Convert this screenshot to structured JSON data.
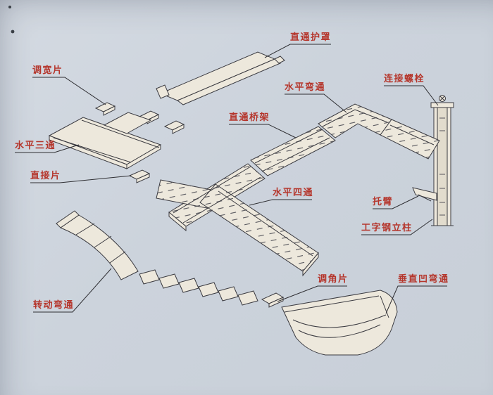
{
  "labels": [
    {
      "id": "straight-cover",
      "text": "直通护罩"
    },
    {
      "id": "width-adjust-piece",
      "text": "调宽片"
    },
    {
      "id": "horizontal-bend",
      "text": "水平弯通"
    },
    {
      "id": "connecting-bolt",
      "text": "连接螺栓"
    },
    {
      "id": "straight-tray",
      "text": "直通桥架"
    },
    {
      "id": "horizontal-tee",
      "text": "水平三通"
    },
    {
      "id": "connector-piece",
      "text": "直接片"
    },
    {
      "id": "horizontal-cross",
      "text": "水平四通"
    },
    {
      "id": "support-arm",
      "text": "托臂"
    },
    {
      "id": "ibeam-column",
      "text": "工字钢立柱"
    },
    {
      "id": "angle-adjust-piece",
      "text": "调角片"
    },
    {
      "id": "vertical-concave-bend",
      "text": "垂直凹弯通"
    },
    {
      "id": "rotating-bend",
      "text": "转动弯通"
    }
  ],
  "colors": {
    "background": "#ccd3dc",
    "line": "#3a3a40",
    "label_text": "#b5352b",
    "leader_line": "#2e2e32",
    "tray_fill": "#ede8dc"
  }
}
